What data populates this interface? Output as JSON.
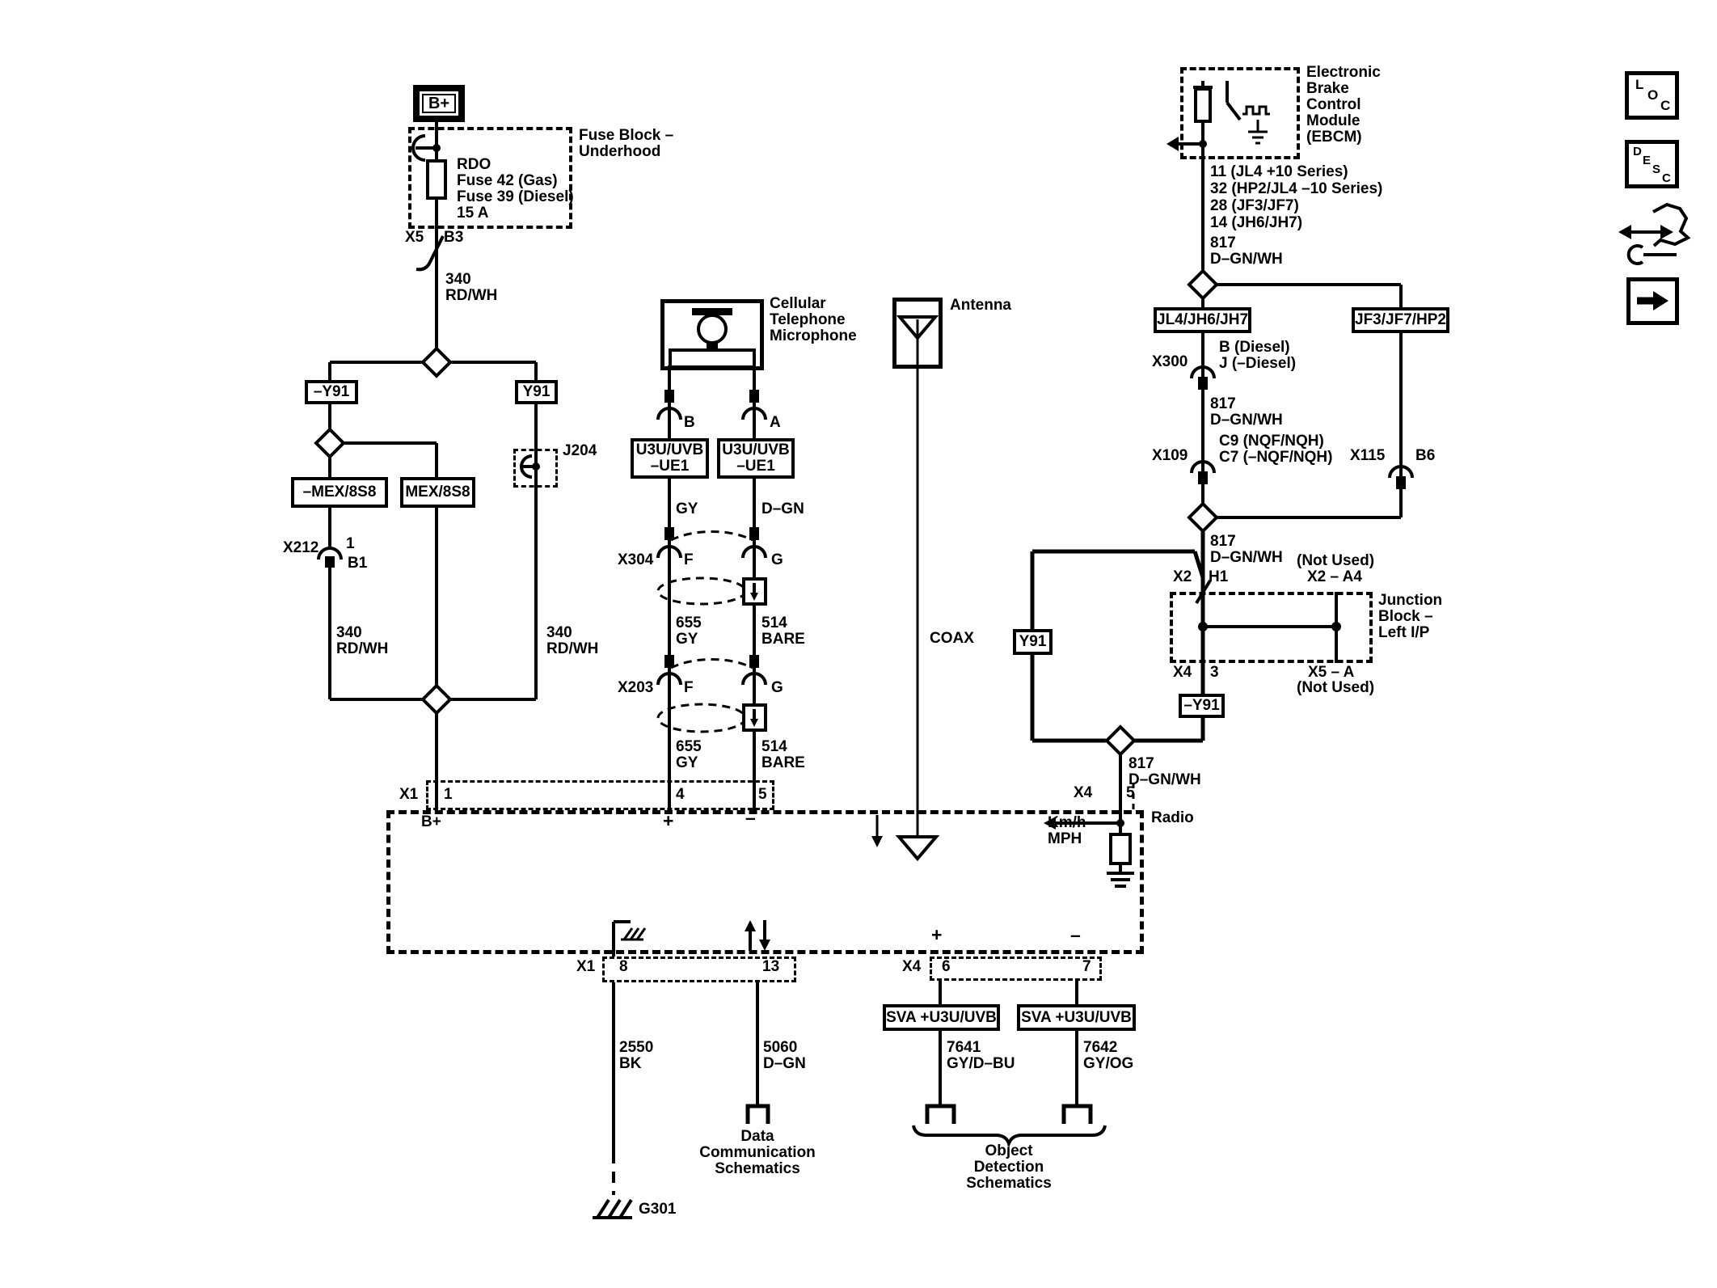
{
  "fuse_area": {
    "b_plus": "B+",
    "block_name": "Fuse Block –\nUnderhood",
    "fuse_text": "RDO\nFuse 42 (Gas)\nFuse 39 (Diesel)\n15 A",
    "x5": "X5",
    "b3": "B3",
    "wire_340_top": "340\nRD/WH"
  },
  "left_branch": {
    "neg_y91": "–Y91",
    "y91": "Y91",
    "j204": "J204",
    "neg_mex": "–MEX/8S8",
    "mex": "MEX/8S8",
    "x212": "X212",
    "pin1": "1",
    "b1": "B1",
    "wire_340_left": "340\nRD/WH",
    "wire_340_right": "340\nRD/WH"
  },
  "microphone": {
    "title": "Cellular\nTelephone\nMicrophone",
    "pin_b": "B",
    "pin_a": "A",
    "box_b": "U3U/UVB\n–UE1",
    "box_a": "U3U/UVB\n–UE1",
    "wire_gy": "GY",
    "wire_dgn": "D–GN",
    "x304": "X304",
    "x304_f": "F",
    "x304_g": "G",
    "wire_655_1": "655\nGY",
    "wire_514_1": "514\nBARE",
    "x203": "X203",
    "x203_f": "F",
    "x203_g": "G",
    "wire_655_2": "655\nGY",
    "wire_514_2": "514\nBARE"
  },
  "antenna": {
    "title": "Antenna",
    "coax": "COAX"
  },
  "ebcm": {
    "title": "Electronic\nBrake\nControl\nModule\n(EBCM)",
    "pins": "11 (JL4 +10 Series)\n32 (HP2/JL4 –10 Series)\n28 (JF3/JF7)\n14 (JH6/JH7)",
    "wire_817_1": "817\nD–GN/WH"
  },
  "right_branch": {
    "jl4_box": "JL4/JH6/JH7",
    "jf3_box": "JF3/JF7/HP2",
    "x300": "X300",
    "x300_pins": "B (Diesel)\nJ (–Diesel)",
    "wire_817_2": "817\nD–GN/WH",
    "x109": "X109",
    "x109_pins": "C9 (NQF/NQH)\nC7 (–NQF/NQH)",
    "x115": "X115",
    "b6": "B6",
    "wire_817_3": "817\nD–GN/WH",
    "x2": "X2",
    "h1": "H1",
    "not_used_top": "(Not Used)",
    "x2_a4": "X2 – A4",
    "junction_block": "Junction\nBlock –\nLeft I/P",
    "x4": "X4",
    "pin3": "3",
    "x5_a": "X5 – A",
    "not_used_bottom": "(Not Used)",
    "y91": "Y91",
    "neg_y91": "–Y91",
    "wire_817_4": "817\nD–GN/WH"
  },
  "radio": {
    "title": "Radio",
    "x1_top": "X1",
    "pin1": "1",
    "pin1_label": "B+",
    "pin4": "4",
    "pin4_label": "+",
    "pin5": "5",
    "pin5_label": "–",
    "x4_top": "X4",
    "pin5r": "5",
    "kmh_mph": "Km/h\nMPH",
    "x1_bottom": "X1",
    "pin8": "8",
    "pin13": "13",
    "x4_bottom": "X4",
    "pin6": "6",
    "pin6_label": "+",
    "pin7": "7",
    "pin7_label": "–"
  },
  "bottom": {
    "wire_2550": "2550\nBK",
    "g301": "G301",
    "wire_5060": "5060\nD–GN",
    "data_comm": "Data\nCommunication\nSchematics",
    "sva1": "SVA +U3U/UVB",
    "sva2": "SVA +U3U/UVB",
    "wire_7641": "7641\nGY/D–BU",
    "wire_7642": "7642\nGY/OG",
    "object_det": "Object\nDetection\nSchematics"
  },
  "corner_icons": {
    "loc": {
      "l1": "L",
      "l2": "O",
      "l3": "C"
    },
    "desc": {
      "l1": "D",
      "l2": "E",
      "l3": "S",
      "l4": "C"
    }
  },
  "colors": {
    "line": "#000000",
    "background": "#ffffff"
  }
}
